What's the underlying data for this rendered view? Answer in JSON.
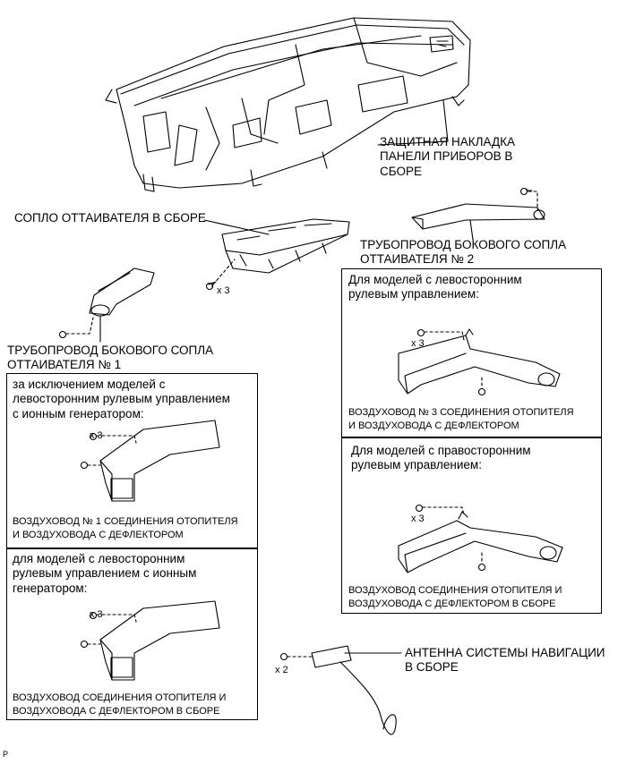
{
  "labels": {
    "dash_panel": "ЗАЩИТНАЯ НАКЛАДКА\nПАНЕЛИ ПРИБОРОВ В\nСБОРЕ",
    "defroster_nozzle": "СОПЛО ОТТАИВАТЕЛЯ В СБОРЕ",
    "side_duct_2": "ТРУБОПРОВОД БОКОВОГО СОПЛА\nОТТАИВАТЕЛЯ № 2",
    "side_duct_1": "ТРУБОПРОВОД БОКОВОГО СОПЛА\nОТТАИВАТЕЛЯ № 1",
    "antenna": "АНТЕННА СИСТЕМЫ НАВИГАЦИИ\nВ СБОРЕ",
    "qty_x3": "x 3",
    "qty_x2": "x 2"
  },
  "boxes": {
    "lhd": {
      "title": "Для моделей с левосторонним\nрулевым управлением:",
      "part": "ВОЗДУХОВОД № 3 СОЕДИНЕНИЯ ОТОПИТЕЛЯ\nИ ВОЗДУХОВОДА С ДЕФЛЕКТОРОМ",
      "qty": "x 3"
    },
    "rhd": {
      "title": "Для моделей с правосторонним\nрулевым управлением:",
      "part": "ВОЗДУХОВОД СОЕДИНЕНИЯ ОТОПИТЕЛЯ И\nВОЗДУХОВОДА С ДЕФЛЕКТОРОМ В СБОРЕ",
      "qty": "x 3"
    },
    "except_ion": {
      "title": "за исключением моделей с\nлевосторонним рулевым управлением\nс ионным генератором:",
      "part": "ВОЗДУХОВОД № 1 СОЕДИНЕНИЯ ОТОПИТЕЛЯ\nИ ВОЗДУХОВОДА С ДЕФЛЕКТОРОМ",
      "qty": "x 3"
    },
    "lhd_ion": {
      "title": "для моделей с левосторонним\nрулевым управлением с ионным\nгенератором:",
      "part": "ВОЗДУХОВОД СОЕДИНЕНИЯ ОТОПИТЕЛЯ И\nВОЗДУХОВОДА С ДЕФЛЕКТОРОМ В СБОРЕ",
      "qty": "x 3"
    }
  },
  "figure_code": "P"
}
